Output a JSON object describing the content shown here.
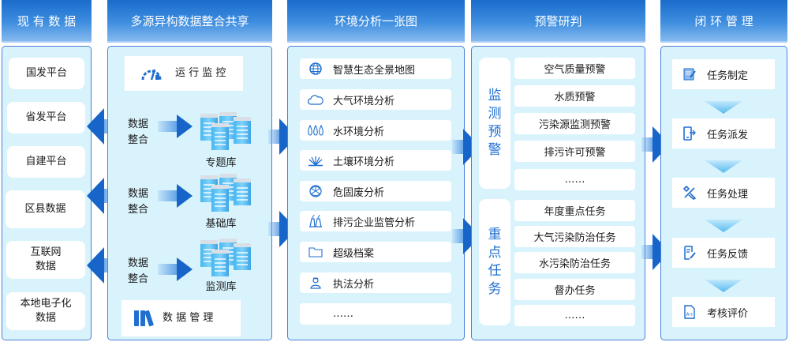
{
  "columns": [
    {
      "title": "现 有 数 据"
    },
    {
      "title": "多源异构数据整合共享"
    },
    {
      "title": "环境分析一张图"
    },
    {
      "title": "预警研判"
    },
    {
      "title": "闭 环 管 理"
    }
  ],
  "existing_data": {
    "items": [
      "国发平台",
      "省发平台",
      "自建平台",
      "区县数据",
      "互联网\n数据",
      "本地电子化\n数据"
    ]
  },
  "integration": {
    "top_box": {
      "label": "运 行 监 控",
      "icon": "gauge-icon"
    },
    "rows": [
      {
        "action": "数据\n整合",
        "db": "专题库"
      },
      {
        "action": "数据\n整合",
        "db": "基础库"
      },
      {
        "action": "数据\n整合",
        "db": "监测库"
      }
    ],
    "bottom_box": {
      "label": "数 据 管 理",
      "icon": "binders-icon"
    }
  },
  "analysis": {
    "items": [
      {
        "label": "智慧生态全景地图",
        "icon": "globe-icon"
      },
      {
        "label": "大气环境分析",
        "icon": "cloud-icon"
      },
      {
        "label": "水环境分析",
        "icon": "water-drops-icon"
      },
      {
        "label": "土壤环境分析",
        "icon": "soil-plant-icon"
      },
      {
        "label": "危固废分析",
        "icon": "hazard-icon"
      },
      {
        "label": "排污企业监管分析",
        "icon": "factory-icon"
      },
      {
        "label": "超级档案",
        "icon": "folder-icon"
      },
      {
        "label": "执法分析",
        "icon": "officer-icon"
      },
      {
        "label": "……",
        "icon": ""
      }
    ]
  },
  "warning": {
    "groups": [
      {
        "tag": "监\n测\n预\n警",
        "items": [
          "空气质量预警",
          "水质预警",
          "污染源监测预警",
          "排污许可预警",
          "……"
        ]
      },
      {
        "tag": "重\n点\n任\n务",
        "items": [
          "年度重点任务",
          "大气污染防治任务",
          "水污染防治任务",
          "督办任务",
          "……"
        ]
      }
    ]
  },
  "closed_loop": {
    "steps": [
      {
        "label": "任务制定",
        "icon": "edit-form-icon"
      },
      {
        "label": "任务派发",
        "icon": "mobile-send-icon"
      },
      {
        "label": "任务处理",
        "icon": "tools-icon"
      },
      {
        "label": "任务反馈",
        "icon": "feedback-doc-icon"
      },
      {
        "label": "考核评价",
        "icon": "grade-doc-icon"
      }
    ]
  },
  "colors": {
    "header_top": "#1a6ccc",
    "header_bottom": "#86b9ee",
    "panel_bg": "#d9f3fd",
    "panel_border": "#4a7fd8",
    "accent": "#1f6fd0"
  }
}
